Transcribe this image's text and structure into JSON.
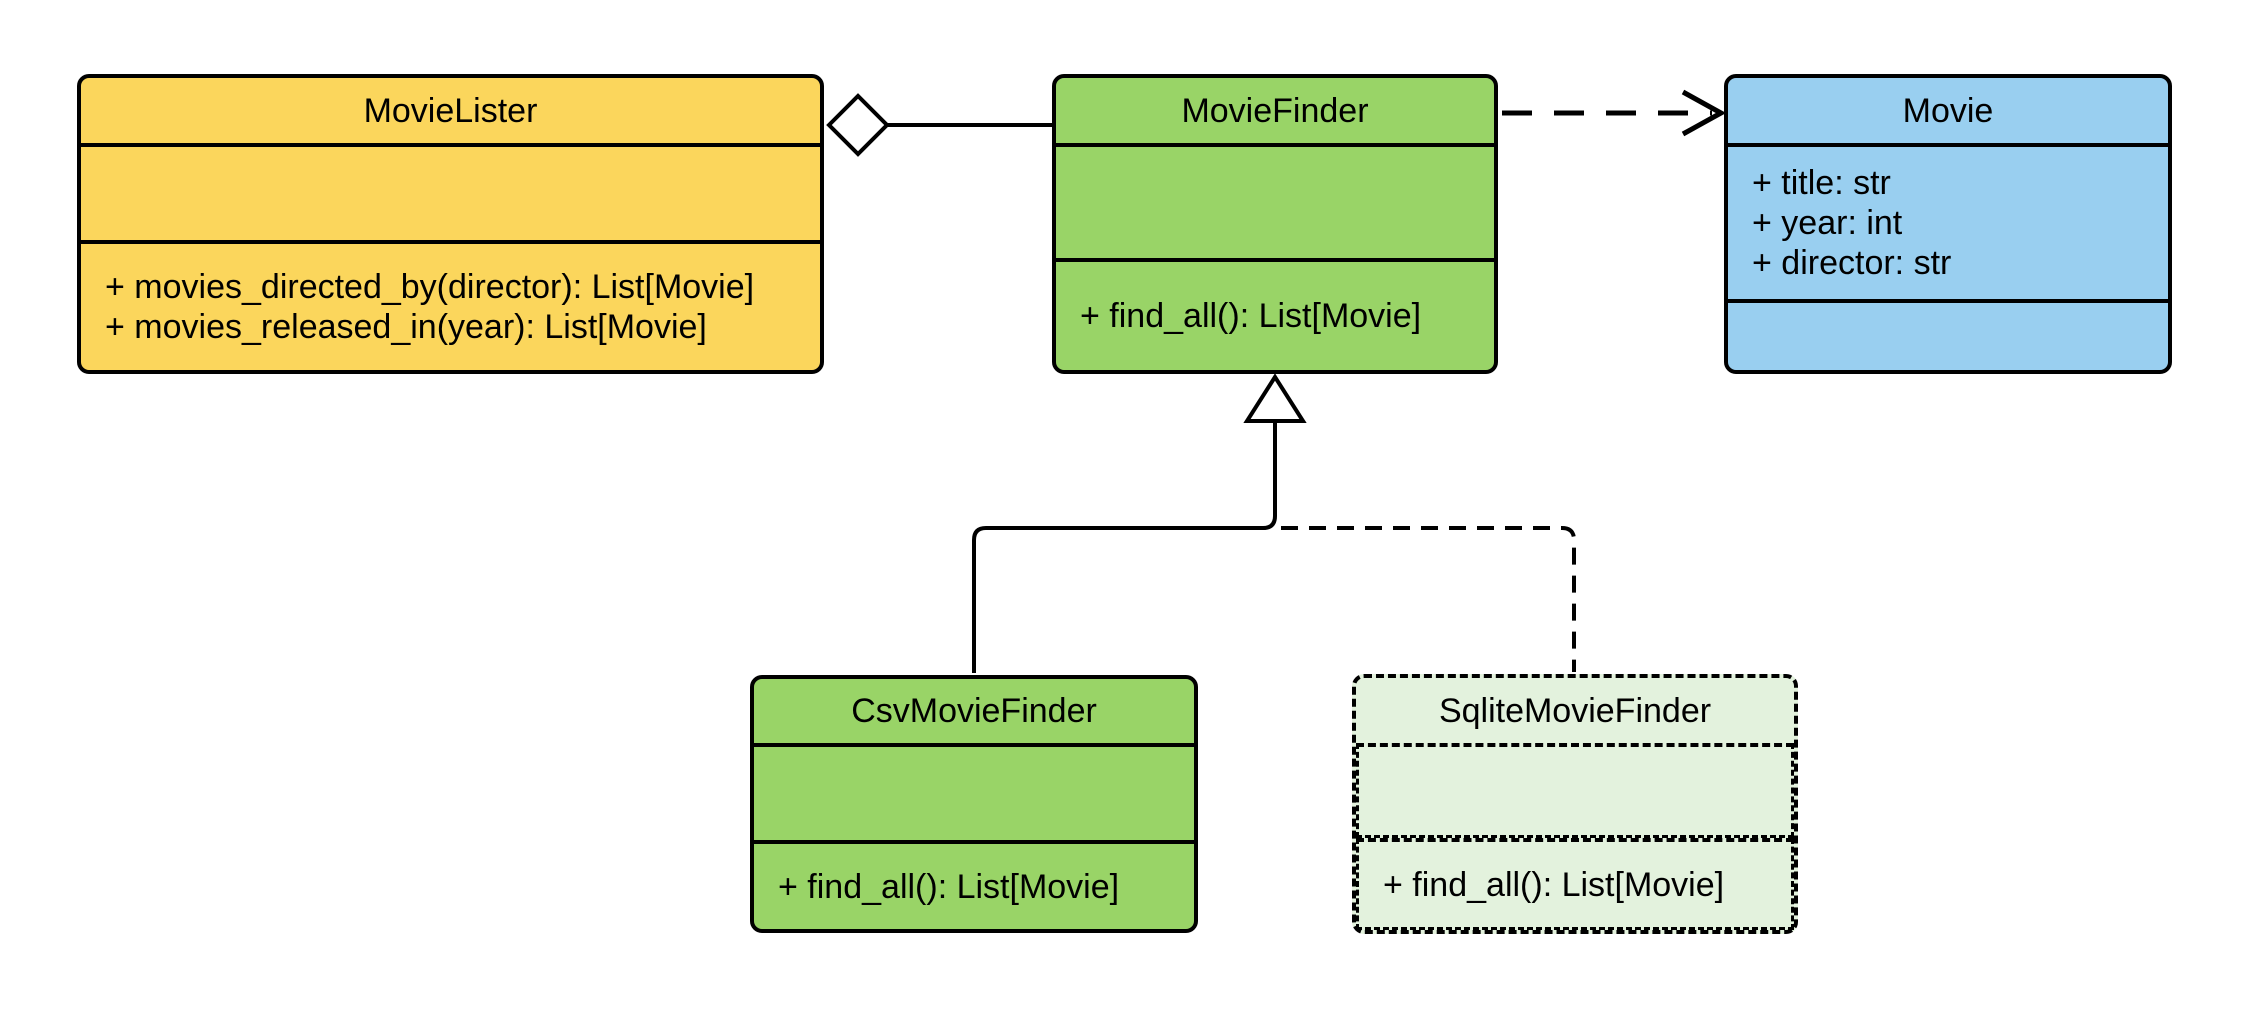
{
  "diagram": {
    "kind": "uml-class-diagram",
    "classes": [
      {
        "name": "MovieLister",
        "attributes": [],
        "methods": [
          "+ movies_directed_by(director): List[Movie]",
          "+ movies_released_in(year): List[Movie]"
        ],
        "fill": "movie_lister_fill",
        "border_style": "solid"
      },
      {
        "name": "MovieFinder",
        "attributes": [],
        "methods": [
          "+ find_all(): List[Movie]"
        ],
        "fill": "movie_finder_fill",
        "border_style": "solid"
      },
      {
        "name": "Movie",
        "attributes": [
          "+ title: str",
          "+ year: int",
          "+ director: str"
        ],
        "methods": [],
        "fill": "movie_fill",
        "border_style": "solid"
      },
      {
        "name": "CsvMovieFinder",
        "attributes": [],
        "methods": [
          "+ find_all(): List[Movie]"
        ],
        "fill": "csv_movie_finder_fill",
        "border_style": "solid"
      },
      {
        "name": "SqliteMovieFinder",
        "attributes": [],
        "methods": [
          "+ find_all(): List[Movie]"
        ],
        "fill": "sqlite_movie_finder_fill",
        "border_style": "dashed"
      }
    ],
    "relationships": [
      {
        "from": "MovieLister",
        "to": "MovieFinder",
        "type": "aggregation",
        "notation": "hollow-diamond-at-movielister",
        "line_style": "solid"
      },
      {
        "from": "MovieFinder",
        "to": "Movie",
        "type": "dependency",
        "notation": "open-arrow-at-movie",
        "line_style": "dashed"
      },
      {
        "from": "CsvMovieFinder",
        "to": "MovieFinder",
        "type": "generalization",
        "notation": "hollow-triangle-at-moviefinder",
        "line_style": "solid"
      },
      {
        "from": "SqliteMovieFinder",
        "to": "MovieFinder",
        "type": "generalization",
        "notation": "hollow-triangle-at-moviefinder",
        "line_style": "dashed"
      }
    ],
    "colors": {
      "movie_lister_fill": "#FBD65C",
      "movie_finder_fill": "#99D467",
      "movie_fill": "#99CFF0",
      "csv_movie_finder_fill": "#99D467",
      "sqlite_movie_finder_fill": "#E3F2DD",
      "stroke": "#000000",
      "background": "#FFFFFF"
    }
  }
}
